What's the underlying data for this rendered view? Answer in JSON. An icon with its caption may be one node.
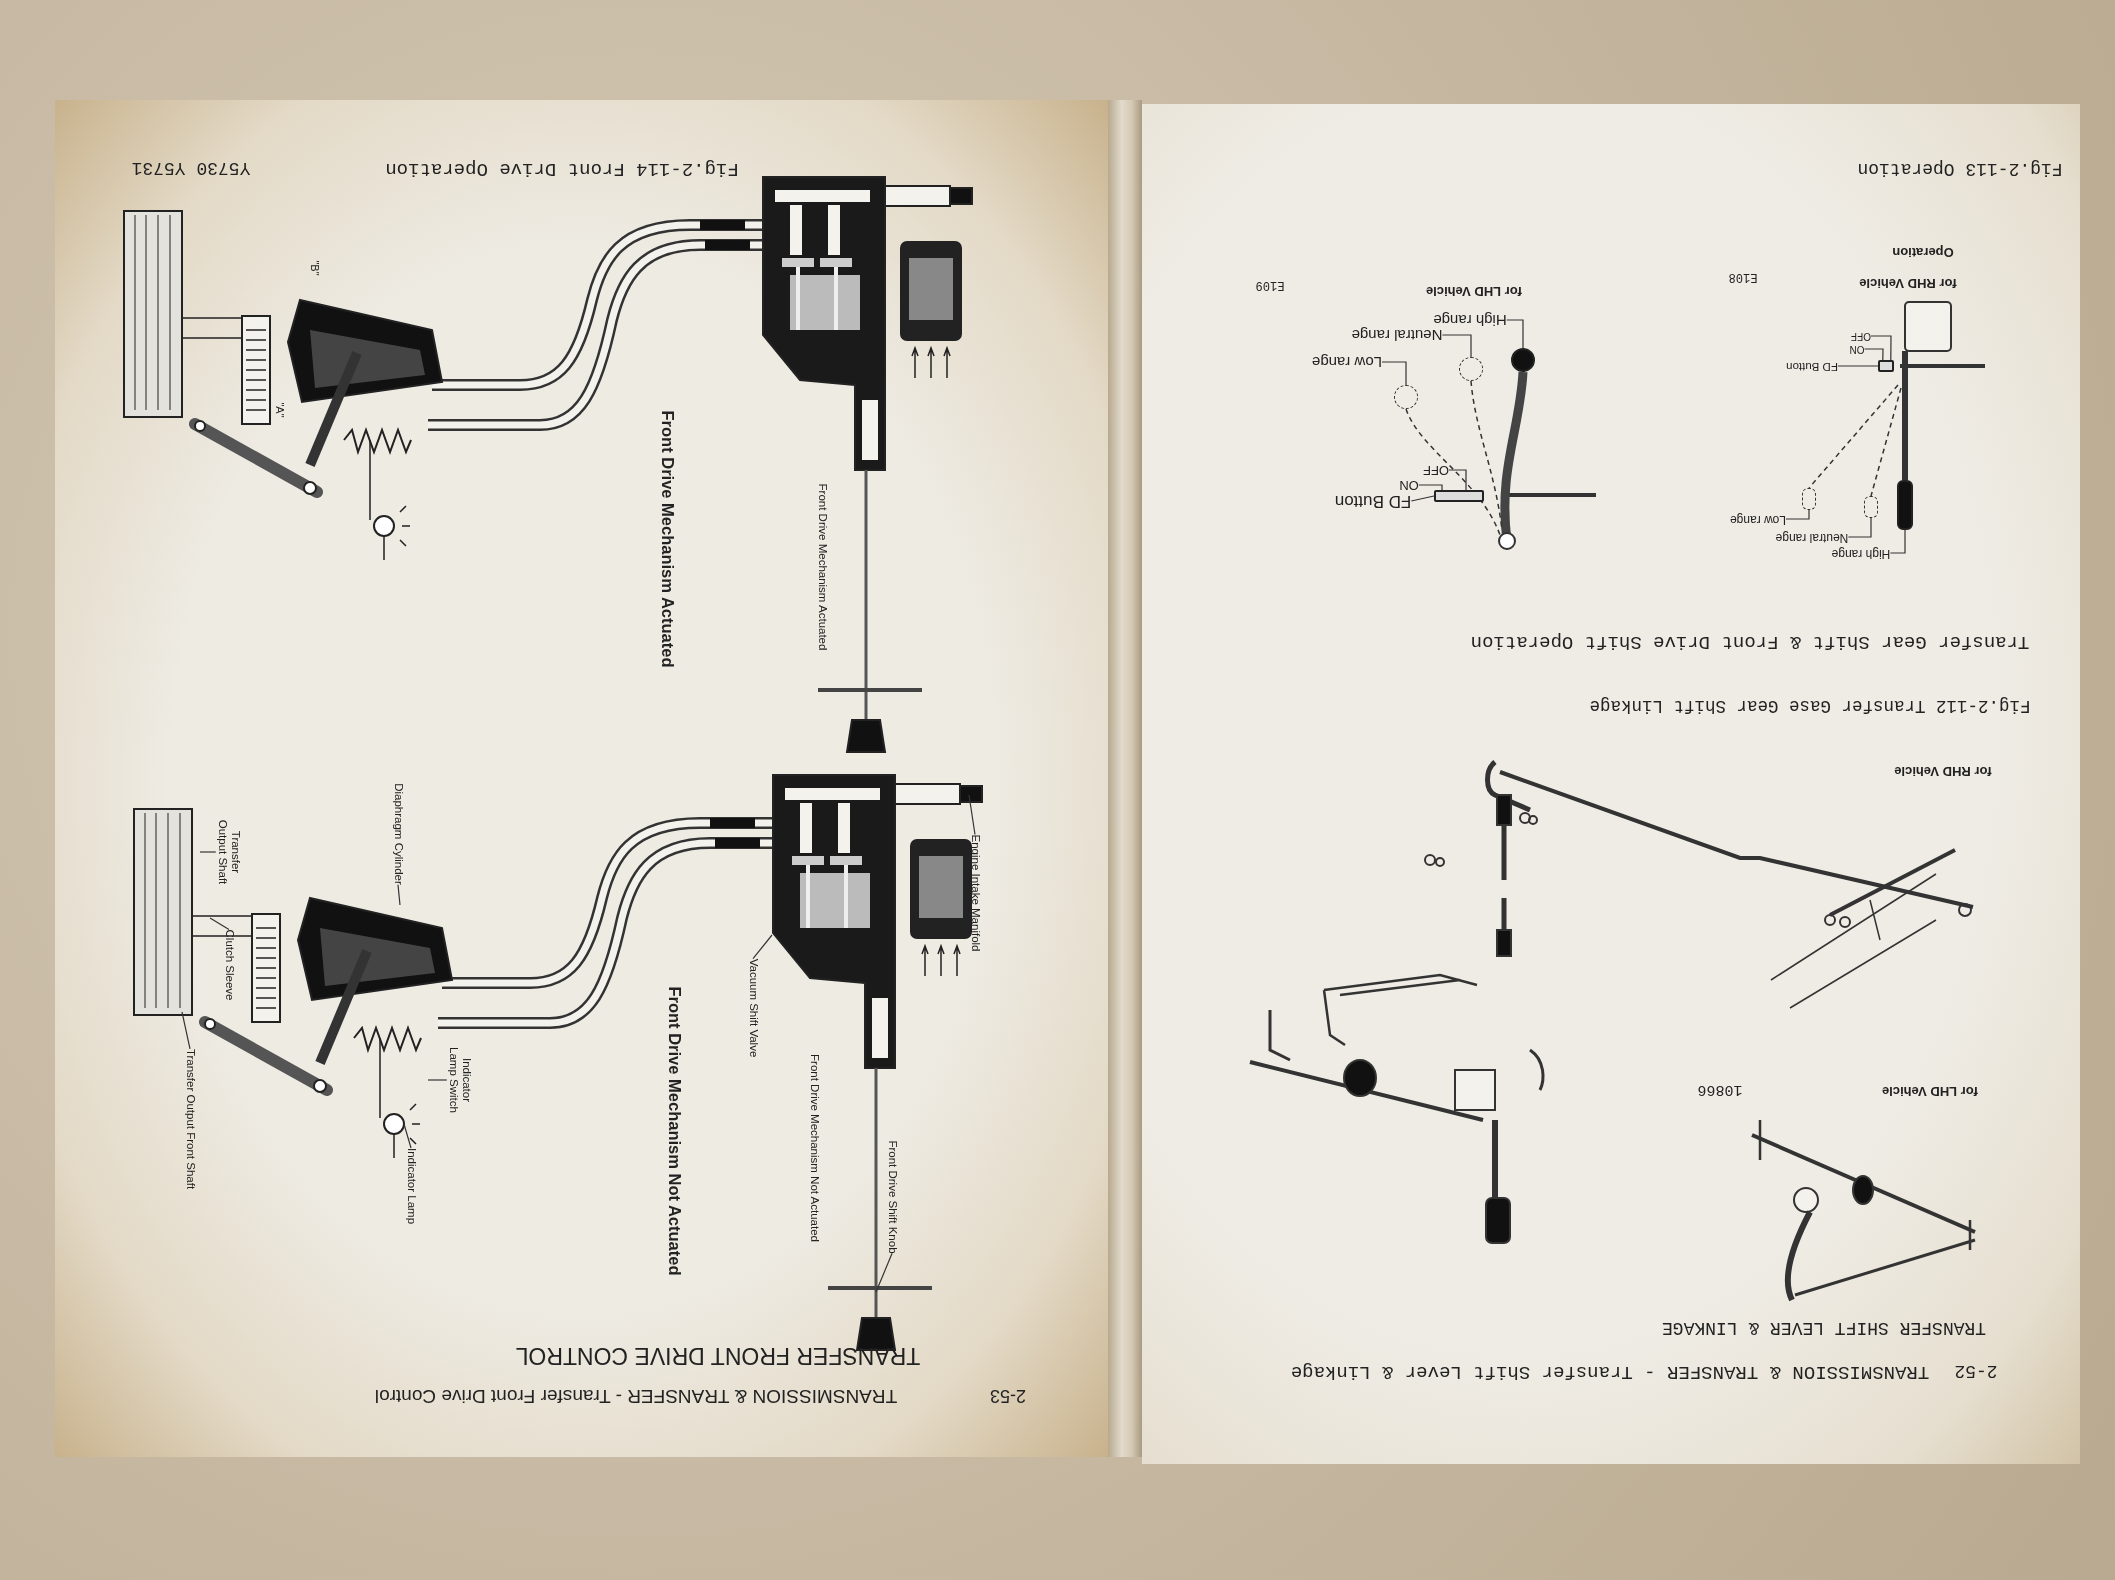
{
  "diagram": {
    "nodes": [
      {
        "text": [
          "Engine Intake Manifold"
        ]
      },
      {
        "text": [
          "Vacuum Shift Valve"
        ]
      },
      {
        "text": [
          "Front Drive Shift Knob"
        ]
      },
      {
        "text": [
          "Diaphragm Cylinder"
        ]
      },
      {
        "text": [
          "Transfer Output Shaft"
        ]
      },
      {
        "text": [
          "Clutch Sleeve"
        ]
      },
      {
        "text": [
          "Transfer Output Front Shaft"
        ]
      },
      {
        "text": [
          "Indicator Lamp Switch"
        ]
      },
      {
        "text": [
          "Indicator Lamp"
        ]
      },
      {
        "text": [
          "FD Button"
        ]
      },
      {
        "text": [
          "ON"
        ]
      },
      {
        "text": [
          "OFF"
        ]
      },
      {
        "text": [
          "High range"
        ]
      },
      {
        "text": [
          "Neutral range"
        ]
      },
      {
        "text": [
          "Low range"
        ]
      },
      {
        "text": [
          "FD Button"
        ]
      },
      {
        "text": [
          "ON"
        ]
      },
      {
        "text": [
          "OFF"
        ]
      },
      {
        "text": [
          "High range"
        ]
      },
      {
        "text": [
          "Neutral range"
        ]
      },
      {
        "text": [
          "Low range"
        ]
      },
      {
        "text": [],
        "shape": "box"
      },
      {
        "text": [],
        "shape": "circle"
      },
      {
        "text": [],
        "shape": "circle"
      },
      {
        "text": [],
        "shape": "circle"
      },
      {
        "text": [],
        "shape": "box"
      },
      {
        "text": [],
        "shape": "bar"
      },
      {
        "text": [],
        "shape": "bar"
      },
      {
        "text": [],
        "shape": "bar"
      }
    ],
    "edges": [
      {
        "from": 0,
        "to": null,
        "arrow": "none"
      },
      {
        "from": 1,
        "to": null,
        "arrow": "none"
      },
      {
        "from": 2,
        "to": null,
        "arrow": "none"
      },
      {
        "from": 3,
        "to": null,
        "arrow": "none"
      },
      {
        "from": 4,
        "to": null,
        "arrow": "none"
      },
      {
        "from": 5,
        "to": null,
        "arrow": "none"
      },
      {
        "from": 6,
        "to": null,
        "arrow": "none"
      },
      {
        "from": 7,
        "to": null,
        "arrow": "none"
      },
      {
        "from": 8,
        "to": null,
        "arrow": "none"
      },
      {
        "from": 9,
        "to": 21,
        "arrow": "none"
      },
      {
        "from": 10,
        "to": 21,
        "arrow": "none"
      },
      {
        "from": 11,
        "to": 21,
        "arrow": "none"
      },
      {
        "from": 12,
        "to": 22,
        "arrow": "none"
      },
      {
        "from": 13,
        "to": 23,
        "arrow": "none"
      },
      {
        "from": 14,
        "to": 24,
        "arrow": "none"
      },
      {
        "from": 15,
        "to": 25,
        "arrow": "none"
      },
      {
        "from": 16,
        "to": 25,
        "arrow": "none"
      },
      {
        "from": 17,
        "to": 25,
        "arrow": "none"
      },
      {
        "from": 18,
        "to": 26,
        "arrow": "none"
      },
      {
        "from": 19,
        "to": 27,
        "arrow": "none"
      },
      {
        "from": 20,
        "to": 28,
        "arrow": "none"
      }
    ],
    "labels": [
      "Fig.2-114 Front Drive Operation",
      "Y5730 Y5731",
      "Front Drive Mechanism Actuated",
      "Front Drive Mechanism Actuated",
      "\"A\"",
      "\"B\"",
      "Front Drive Mechanism Not Actuated",
      "Front Drive Mechanism Not Actuated",
      "TRANSFER FRONT DRIVE CONTROL",
      "TRANSMISSION & TRANSFER - Transfer Front Drive Control",
      "2-53",
      "Fig.2-113 Operation",
      "Operation",
      "for RHD Vehicle",
      "E108",
      "E109",
      "for LHD Vehicle",
      "Transfer Gear Shift & Front Drive Shift Operation",
      "Fig.2-112 Transfer Gase Gear Shift Linkage",
      "for RHD Vehicle",
      "for LHD Vehicle",
      "10866",
      "TRANSFER SHIFT LEVER & LINKAGE",
      "TRANSMISSION & TRANSFER - Transfer Shift Lever & Linkage",
      "2-52"
    ]
  }
}
